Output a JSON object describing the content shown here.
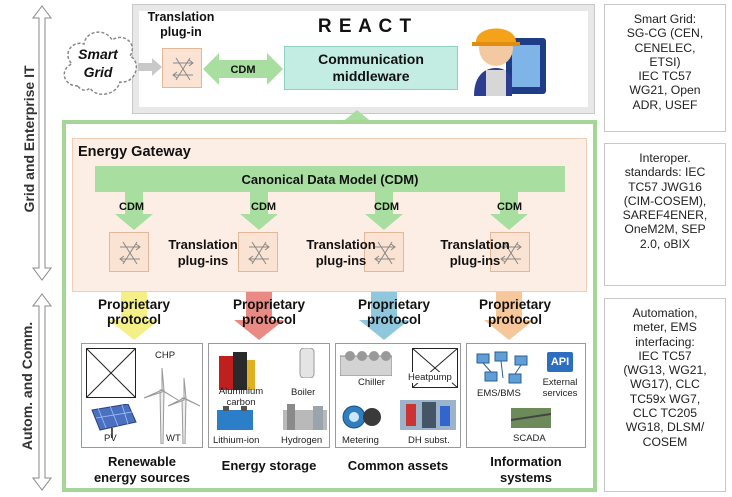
{
  "left_labels": {
    "grid_it": "Grid and Enterprise IT",
    "autom": "Autom. and Comm."
  },
  "top": {
    "smart_grid": "Smart\nGrid",
    "translation_plugin": "Translation\nplug-in",
    "cdm": "CDM",
    "react": "R E A C T",
    "middleware": "Communication\nmiddleware"
  },
  "gateway": {
    "title": "Energy Gateway",
    "cdm_bar": "Canonical Data Model (CDM)",
    "cdm_labels": [
      "CDM",
      "CDM",
      "CDM",
      "CDM"
    ],
    "translation_labels": [
      "Translation\nplug-ins",
      "Translation\nplug-ins",
      "Translation\nplug-ins"
    ],
    "protocol_labels": [
      "Proprietary\nprotocol",
      "Proprietary\nprotocol",
      "Proprietary\nprotocol",
      "Proprietary\nprotocol"
    ],
    "arrow_colors": [
      "#f4ef86",
      "#e98a85",
      "#8fc7dc",
      "#f6c79a"
    ]
  },
  "groups": [
    {
      "label": "Renewable\nenergy sources",
      "items": [
        "CHP",
        "PV",
        "WT"
      ]
    },
    {
      "label": "Energy storage",
      "items": [
        "Aluminium\ncarbon",
        "Boiler",
        "Lithium-ion",
        "Hydrogen"
      ]
    },
    {
      "label": "Common assets",
      "items": [
        "Chiller",
        "Heatpump",
        "Metering",
        "DH subst."
      ]
    },
    {
      "label": "Information\nsystems",
      "items": [
        "EMS/BMS",
        "API",
        "External\nservices",
        "SCADA"
      ]
    }
  ],
  "side_boxes": [
    "Smart Grid:\nSG-CG (CEN,\nCENELEC,\nETSI)\nIEC TC57\nWG21, Open\nADR, USEF",
    "Interoper.\nstandards: IEC\nTC57 JWG16\n(CIM-COSEM),\nSAREF4ENER,\nOneM2M, SEP\n2.0, oBIX",
    "Automation,\nmeter, EMS\ninterfacing:\nIEC TC57\n(WG13, WG21,\nWG17), CLC\nTC59x WG7,\nCLC TC205\nWG18, DLSM/\nCOSEM"
  ]
}
